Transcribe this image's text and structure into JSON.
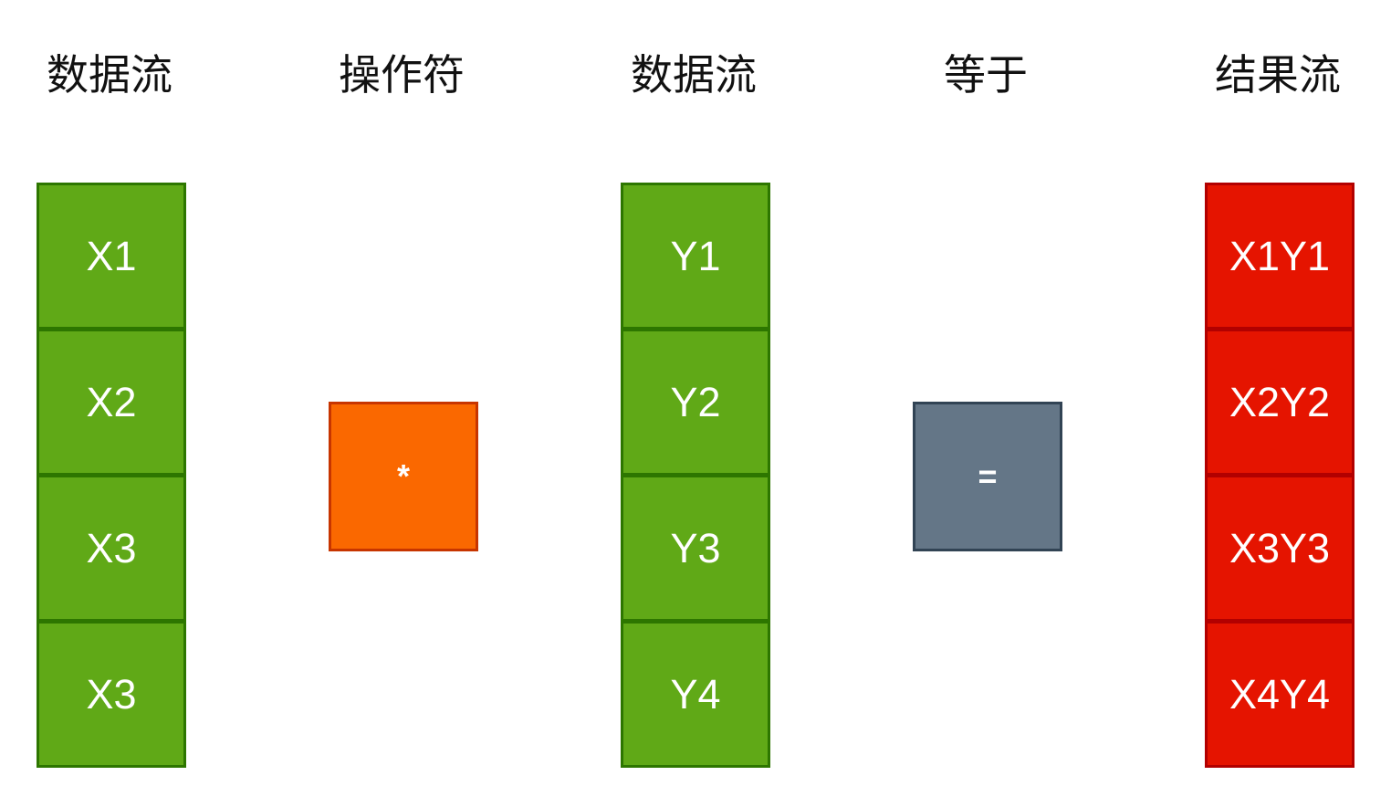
{
  "headings": {
    "col1": "数据流",
    "col2": "操作符",
    "col3": "数据流",
    "col4": "等于",
    "col5": "结果流"
  },
  "stream_x": [
    "X1",
    "X2",
    "X3",
    "X3"
  ],
  "operator": "*",
  "stream_y": [
    "Y1",
    "Y2",
    "Y3",
    "Y4"
  ],
  "equals": "=",
  "result_stream": [
    "X1Y1",
    "X2Y2",
    "X3Y3",
    "X4Y4"
  ],
  "colors": {
    "stream_fill": "#60a917",
    "stream_border": "#2d7600",
    "operator_fill": "#fa6800",
    "operator_border": "#c73500",
    "equals_fill": "#647687",
    "equals_border": "#314354",
    "result_fill": "#e51400",
    "result_border": "#b20000"
  }
}
